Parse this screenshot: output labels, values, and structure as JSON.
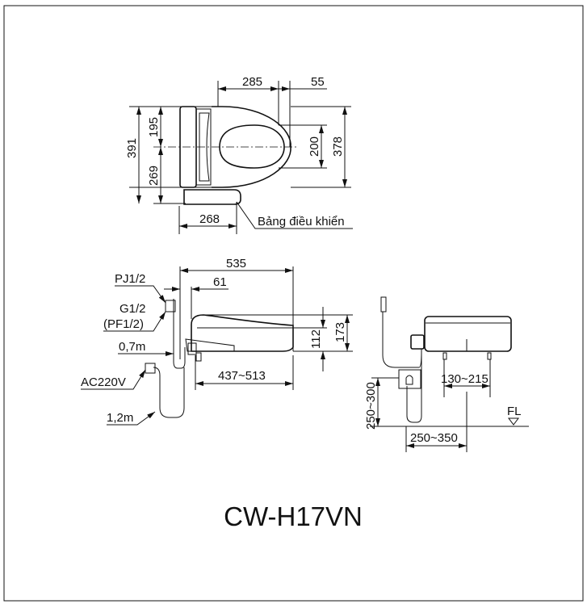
{
  "title": "CW-H17VN",
  "top_view": {
    "dims": {
      "d285": "285",
      "d55": "55",
      "d391": "391",
      "d195": "195",
      "d269": "269",
      "d200": "200",
      "d378": "378",
      "d268": "268"
    },
    "control_panel_label": "Bảng điều khiển"
  },
  "side_view": {
    "dims": {
      "d535": "535",
      "d61": "61",
      "d112": "112",
      "d173": "173",
      "d437_513": "437~513"
    },
    "labels": {
      "pj": "PJ1/2",
      "g": "G1/2",
      "pf": "(PF1/2)",
      "hose": "0,7m",
      "power": "AC220V",
      "cord": "1,2m"
    }
  },
  "front_view": {
    "dims": {
      "d250_300": "250~300",
      "d130_215": "130~215",
      "d250_350": "250~350"
    },
    "floor_label": "FL"
  }
}
